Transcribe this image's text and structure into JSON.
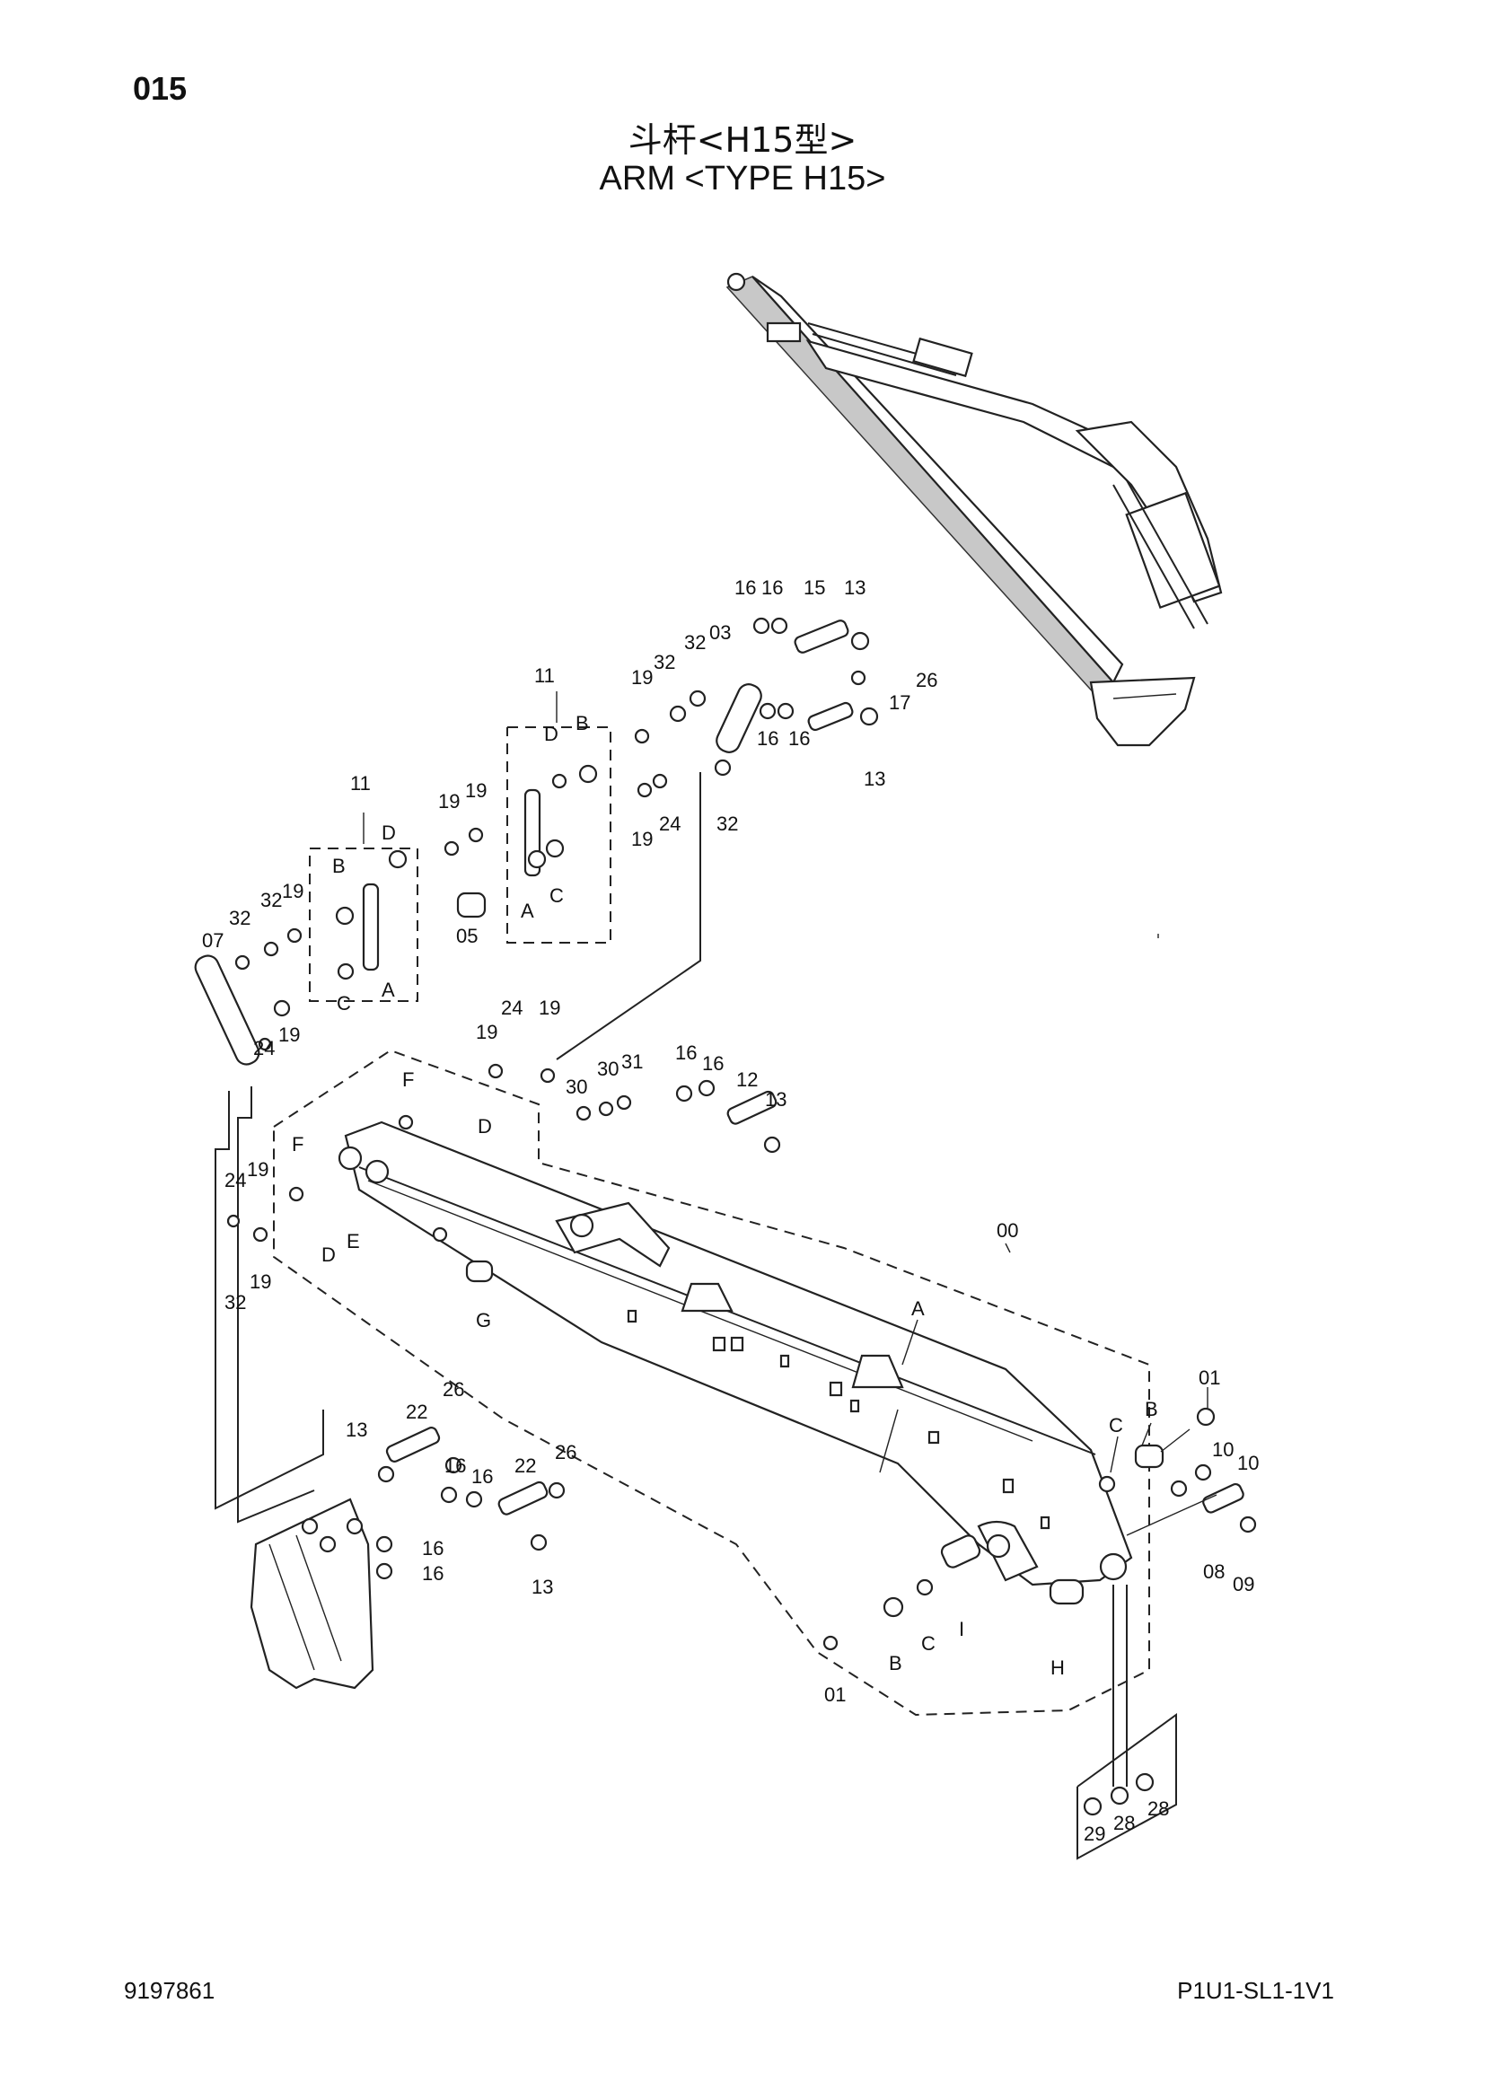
{
  "page_number": "015",
  "title_cn": "斗杆<H15型>",
  "title_en": "ARM <TYPE H15>",
  "footer_left": "9197861",
  "footer_right": "P1U1-SL1-1V1",
  "labels": {
    "n16a": "16",
    "n16b": "16",
    "n15": "15",
    "n13a": "13",
    "n03": "03",
    "n32a": "32",
    "n32b": "32",
    "n19a": "19",
    "n26a": "26",
    "n17": "17",
    "n16c": "16",
    "n16d": "16",
    "n13b": "13",
    "n32c": "32",
    "n11a": "11",
    "lDa": "D",
    "lBa": "B",
    "n19b": "19",
    "n24a": "24",
    "lAa": "A",
    "lCa": "C",
    "n11b": "11",
    "n19c": "19",
    "n19d": "19",
    "lDb": "D",
    "lBb": "B",
    "n05": "05",
    "n19e": "19",
    "n32d": "32",
    "n32e": "32",
    "n07": "07",
    "lCb": "C",
    "lAb": "A",
    "n24b": "24",
    "n19f": "19",
    "n24c": "24",
    "n19g": "19",
    "n19h": "19",
    "lFa": "F",
    "lDc": "D",
    "n30a": "30",
    "n30b": "30",
    "n31": "31",
    "n16e": "16",
    "n16f": "16",
    "n12": "12",
    "n13c": "13",
    "lFb": "F",
    "n24d": "24",
    "n19i": "19",
    "lDd": "D",
    "lE": "E",
    "n32f": "32",
    "n19j": "19",
    "lG": "G",
    "n00": "00",
    "lAc": "A",
    "n01a": "01",
    "lCc": "C",
    "lBc": "B",
    "n10a": "10",
    "n10b": "10",
    "n08": "08",
    "n09": "09",
    "n26b": "26",
    "n13d": "13",
    "n22a": "22",
    "n16g": "16",
    "n16h": "16",
    "n22b": "22",
    "n26c": "26",
    "n16i": "16",
    "n16j": "16",
    "n13e": "13",
    "lH": "H",
    "lI": "I",
    "lCd": "C",
    "lBd": "B",
    "n01b": "01",
    "n29": "29",
    "n28a": "28",
    "n28b": "28"
  }
}
